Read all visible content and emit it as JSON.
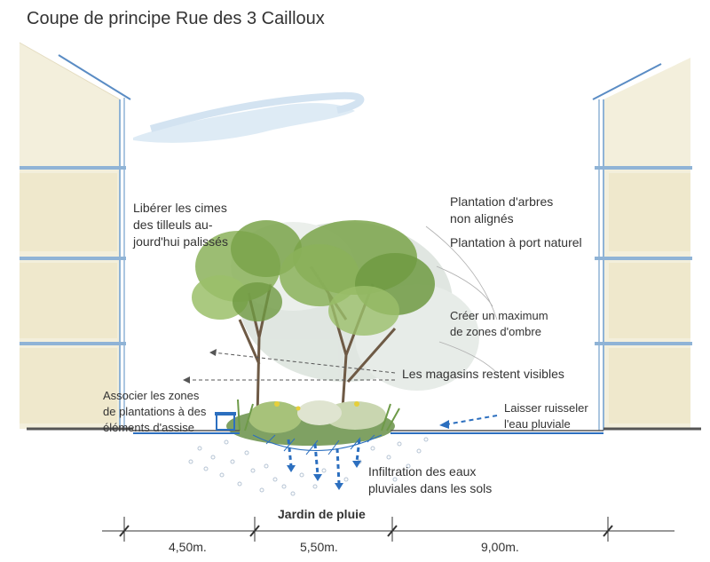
{
  "title": "Coupe de principe Rue des 3 Cailloux",
  "annotations": {
    "trees_left": [
      "Libérer les cimes",
      "des tilleuls au-",
      "jourd'hui palissés"
    ],
    "planting_1": [
      "Plantation d'arbres",
      "non alignés"
    ],
    "planting_2": "Plantation à port naturel",
    "shade": [
      "Créer un maximum",
      "de zones d'ombre"
    ],
    "shops": "Les magasins restent visibles",
    "seating": [
      "Associer les zones",
      "de plantations à des",
      "éléments d'assise"
    ],
    "runoff": [
      "Laisser ruisseler",
      "l'eau pluviale"
    ],
    "infiltration": [
      "Infiltration des eaux",
      "pluviales dans les sols"
    ],
    "rain_garden": "Jardin de pluie"
  },
  "dimensions": [
    "4,50m.",
    "5,50m.",
    "9,00m."
  ],
  "colors": {
    "facade": "#f3efdc",
    "facade_edge": "#e4dcc0",
    "balcony": "#8fb3d6",
    "water": "#2c6fbf",
    "sky": "#dbe9f4",
    "tree": "#7aa34a",
    "foliage_shadow": "#b8c9b8"
  }
}
